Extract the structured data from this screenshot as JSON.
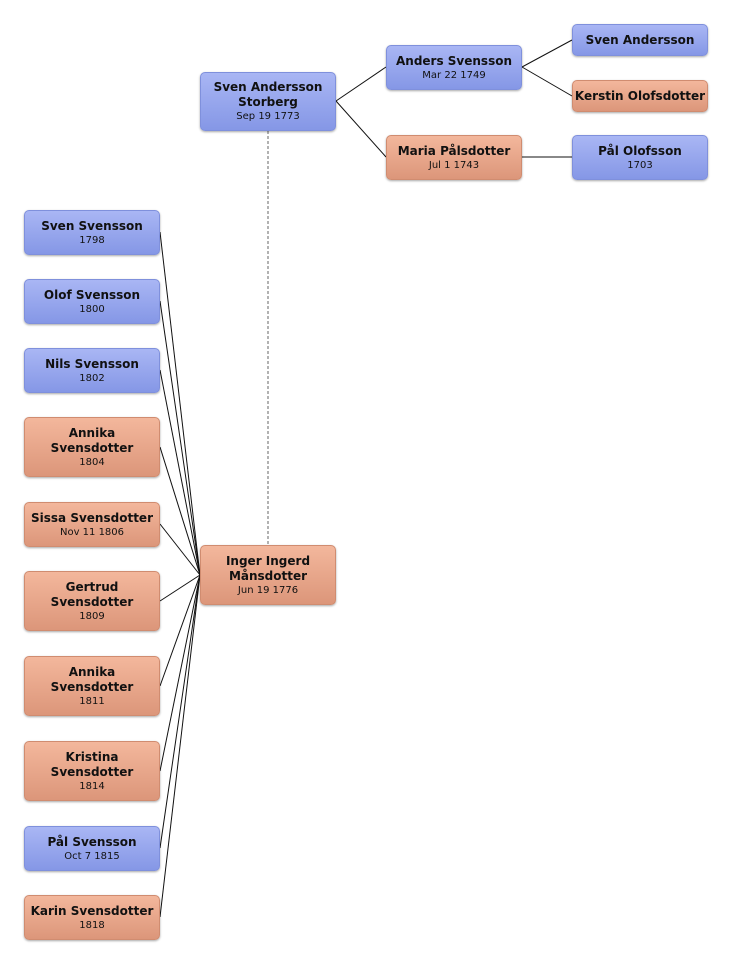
{
  "colors": {
    "male": "#8f9ff0",
    "female": "#e8a58a",
    "line": "#111111"
  },
  "root": {
    "name": "Sven Andersson Storberg",
    "date": "Sep 19 1773",
    "gender": "male"
  },
  "spouse": {
    "name": "Inger Ingerd Månsdotter",
    "date": "Jun 19 1776",
    "gender": "female"
  },
  "parents": [
    {
      "name": "Anders Svensson",
      "date": "Mar 22 1749",
      "gender": "male"
    },
    {
      "name": "Maria Pålsdotter",
      "date": "Jul 1 1743",
      "gender": "female"
    }
  ],
  "grandparents": [
    {
      "name": "Sven Andersson",
      "date": "",
      "gender": "male"
    },
    {
      "name": "Kerstin Olofsdotter",
      "date": "",
      "gender": "female"
    },
    {
      "name": "Pål Olofsson",
      "date": "1703",
      "gender": "male"
    }
  ],
  "children": [
    {
      "name": "Sven Svensson",
      "date": "1798",
      "gender": "male"
    },
    {
      "name": "Olof Svensson",
      "date": "1800",
      "gender": "male"
    },
    {
      "name": "Nils Svensson",
      "date": "1802",
      "gender": "male"
    },
    {
      "name": "Annika Svensdotter",
      "date": "1804",
      "gender": "female"
    },
    {
      "name": "Sissa Svensdotter",
      "date": "Nov 11 1806",
      "gender": "female"
    },
    {
      "name": "Gertrud Svensdotter",
      "date": "1809",
      "gender": "female"
    },
    {
      "name": "Annika Svensdotter",
      "date": "1811",
      "gender": "female"
    },
    {
      "name": "Kristina Svensdotter",
      "date": "1814",
      "gender": "female"
    },
    {
      "name": "Pål Svensson",
      "date": "Oct 7 1815",
      "gender": "male"
    },
    {
      "name": "Karin Svensdotter",
      "date": "1818",
      "gender": "female"
    }
  ]
}
